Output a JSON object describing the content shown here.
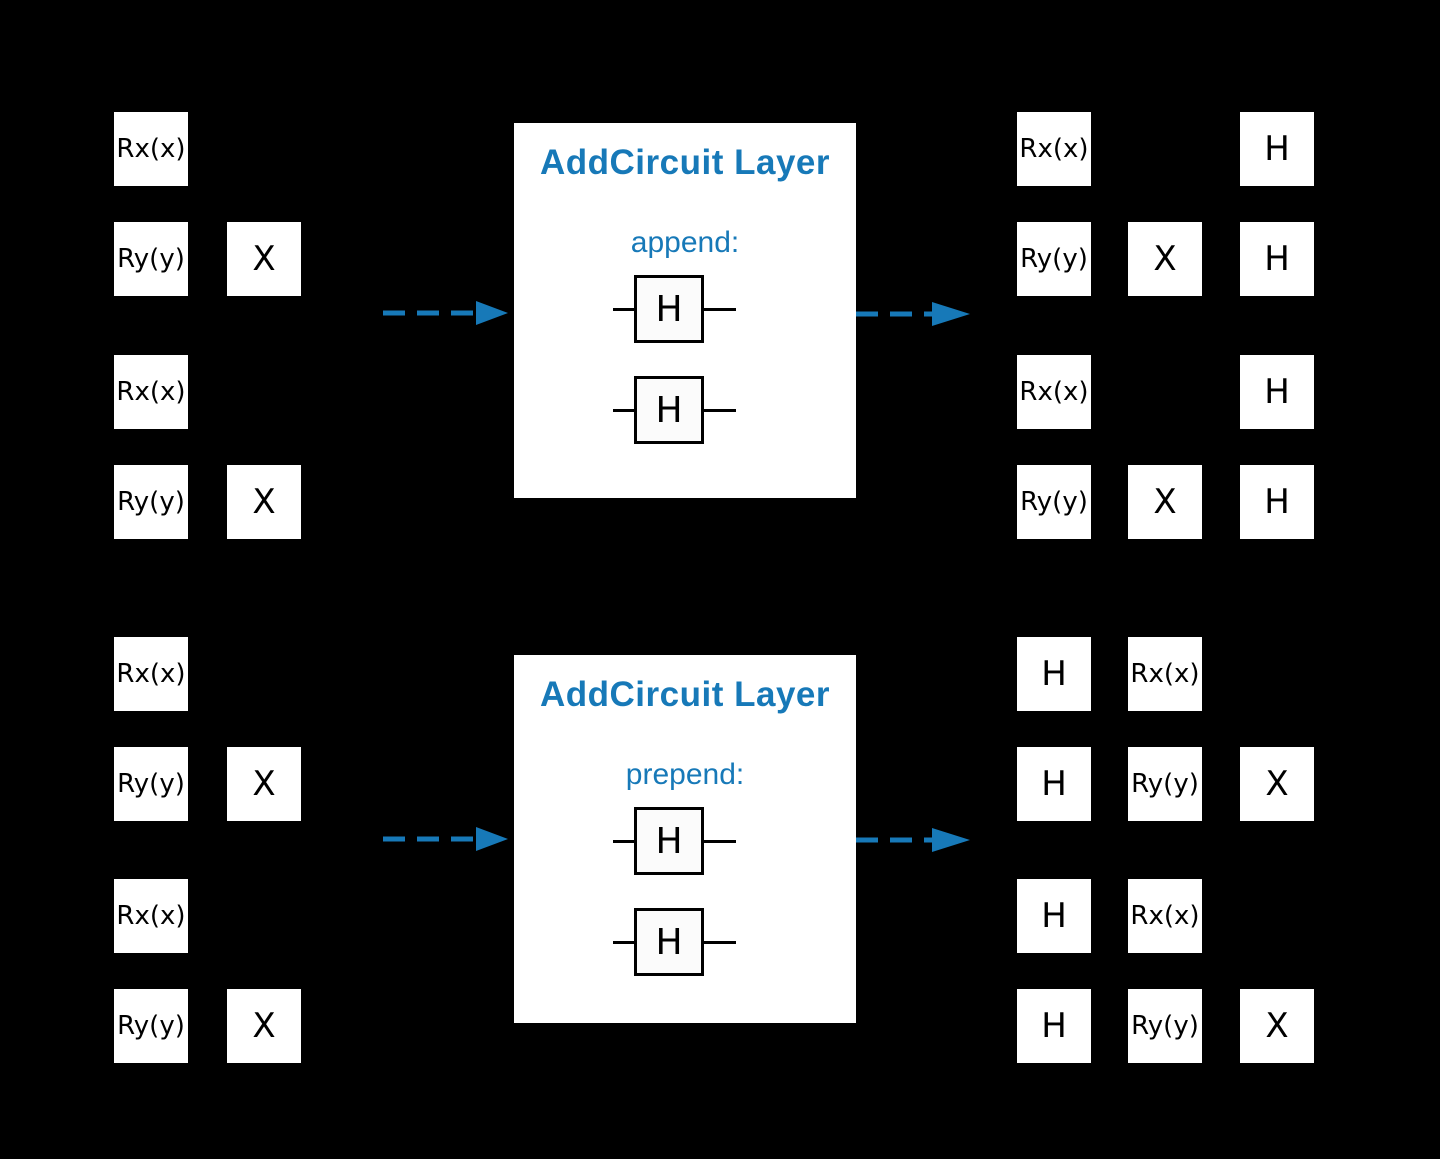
{
  "colors": {
    "background": "#000000",
    "accent": "#1779b8",
    "panel_fill": "#ffffff",
    "gate_fill": "#ffffff",
    "gate_text": "#000000",
    "wire": "#000000"
  },
  "sections": [
    {
      "id": "append",
      "panel": {
        "title": "AddCircuit Layer",
        "mode_label": "append:",
        "gates": [
          "H",
          "H"
        ]
      },
      "input_circuit": {
        "cells": [
          [
            "Rx(x)",
            null
          ],
          [
            "Ry(y)",
            "X"
          ],
          [
            "Rx(x)",
            null
          ],
          [
            "Ry(y)",
            "X"
          ]
        ]
      },
      "output_circuit": {
        "cells": [
          [
            "Rx(x)",
            null,
            "H"
          ],
          [
            "Ry(y)",
            "X",
            "H"
          ],
          [
            "Rx(x)",
            null,
            "H"
          ],
          [
            "Ry(y)",
            "X",
            "H"
          ]
        ]
      }
    },
    {
      "id": "prepend",
      "panel": {
        "title": "AddCircuit Layer",
        "mode_label": "prepend:",
        "gates": [
          "H",
          "H"
        ]
      },
      "input_circuit": {
        "cells": [
          [
            "Rx(x)",
            null
          ],
          [
            "Ry(y)",
            "X"
          ],
          [
            "Rx(x)",
            null
          ],
          [
            "Ry(y)",
            "X"
          ]
        ]
      },
      "output_circuit": {
        "cells": [
          [
            "H",
            "Rx(x)",
            null
          ],
          [
            "H",
            "Ry(y)",
            "X"
          ],
          [
            "H",
            "Rx(x)",
            null
          ],
          [
            "H",
            "Ry(y)",
            "X"
          ]
        ]
      }
    }
  ]
}
